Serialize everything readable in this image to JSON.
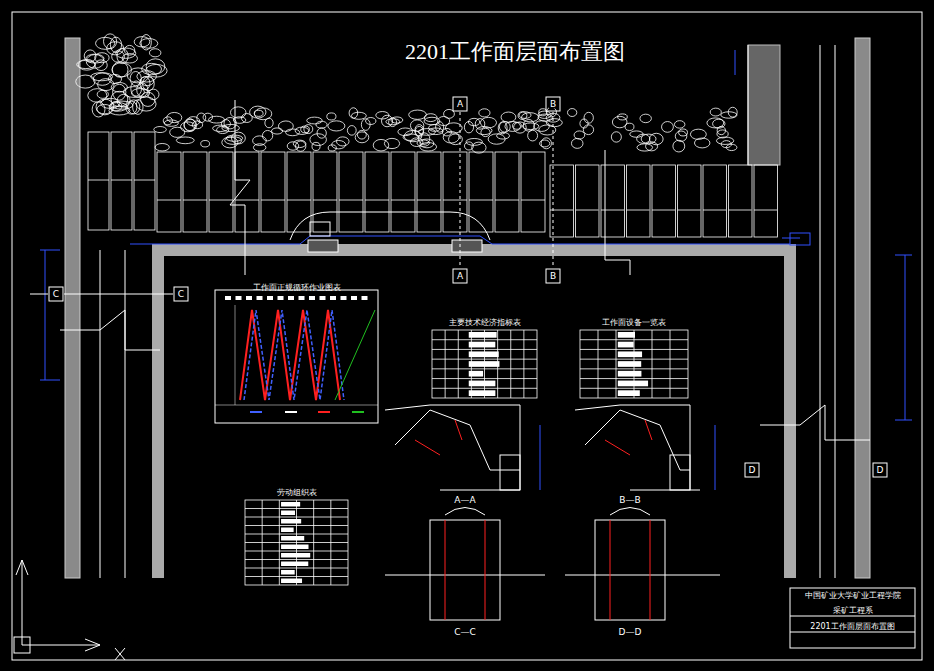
{
  "diagram": {
    "title": "2201工作面层面布置图",
    "nodes": [
      {
        "text": [
          "工作面正规循环作业图表"
        ]
      },
      {
        "text": [
          "主要技术经济指标表"
        ]
      },
      {
        "text": [
          "工作面设备一览表"
        ]
      },
      {
        "text": [
          "劳动组织表"
        ]
      },
      {
        "text": [
          "中国矿业大学矿业工程学院",
          "采矿工程系",
          "2201工作面层面布置图"
        ]
      }
    ],
    "labels": [
      "A",
      "B",
      "A",
      "B",
      "C",
      "C",
      "D",
      "D",
      "A—A",
      "B—B",
      "C—C",
      "D—D"
    ]
  }
}
